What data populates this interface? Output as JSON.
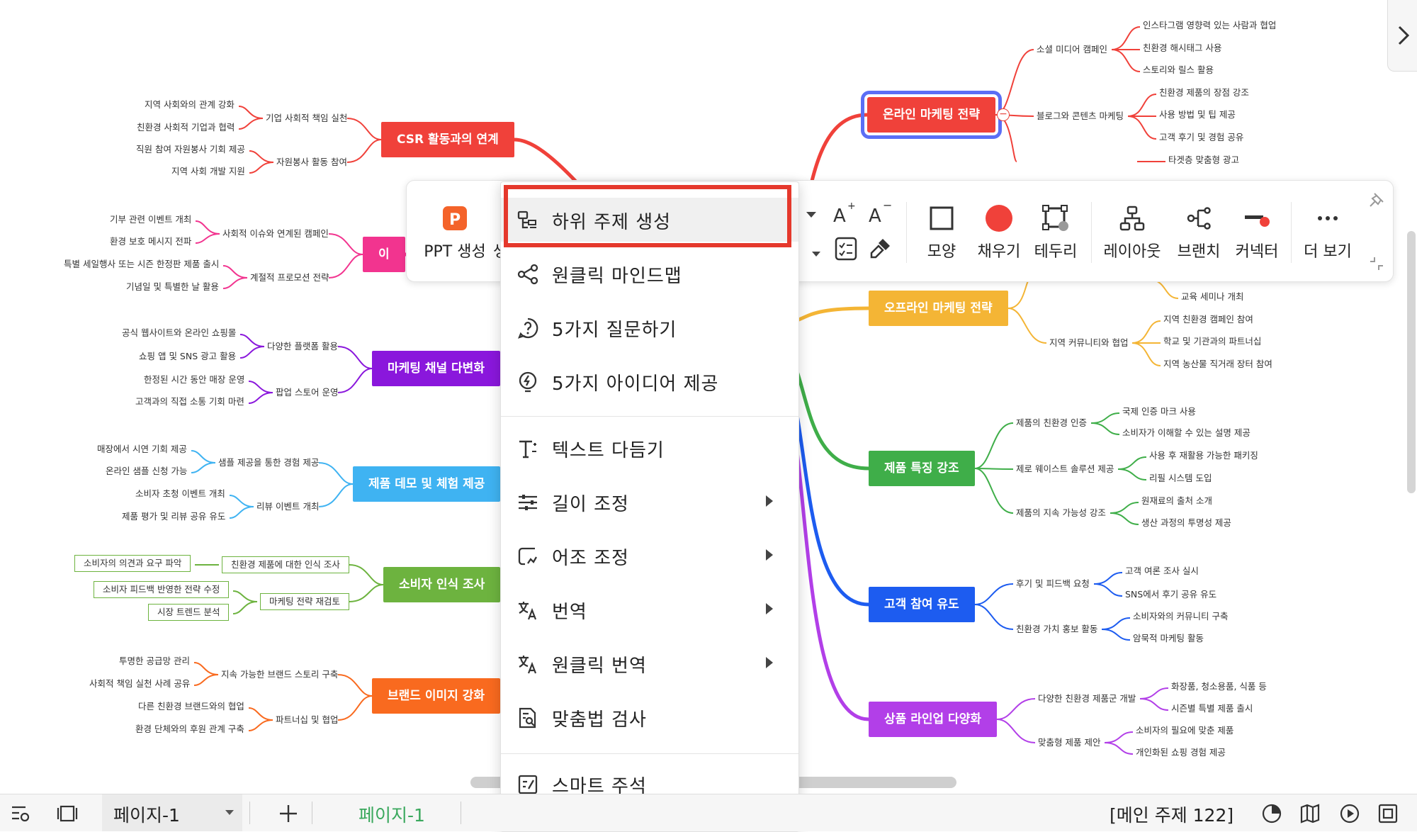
{
  "mindmap": {
    "left_branches": [
      {
        "title": "CSR 활동과의 연계",
        "color": "#f0413a",
        "subs": [
          {
            "label": "기업 사회적 책임 실천",
            "leaves": [
              "지역 사회와의 관계 강화",
              "친환경 사회적 기업과 협력"
            ]
          },
          {
            "label": "자원봉사 활동 참여",
            "leaves": [
              "직원 참여 자원봉사 기회 제공",
              "지역 사회 개발 지원"
            ]
          }
        ]
      },
      {
        "title": "이",
        "color": "#f2348f",
        "subs": [
          {
            "label": "사회적 이슈와 연계된 캠페인",
            "leaves": [
              "기부 관련 이벤트 개최",
              "환경 보호 메시지 전파"
            ]
          },
          {
            "label": "계절적 프로모션 전략",
            "leaves": [
              "특별 세일행사 또는 시즌 한정판 제품 출시",
              "기념일 및 특별한 날 활용"
            ]
          }
        ]
      },
      {
        "title": "마케팅 채널 다변화",
        "color": "#8a17dc",
        "subs": [
          {
            "label": "다양한 플랫폼 활용",
            "leaves": [
              "공식 웹사이트와 온라인 쇼핑몰",
              "쇼핑 앱 및 SNS 광고 활용"
            ]
          },
          {
            "label": "팝업 스토어 운영",
            "leaves": [
              "한정된 시간 동안 매장 운영",
              "고객과의 직접 소통 기회 마련"
            ]
          }
        ]
      },
      {
        "title": "제품 데모 및 체험 제공",
        "color": "#3fb3f2",
        "subs": [
          {
            "label": "샘플 제공을 통한 경험 제공",
            "leaves": [
              "매장에서 시연 기회 제공",
              "온라인 샘플 신청 가능"
            ]
          },
          {
            "label": "리뷰 이벤트 개최",
            "leaves": [
              "소비자 초청 이벤트 개최",
              "제품 평가 및 리뷰 공유 유도"
            ]
          }
        ]
      },
      {
        "title": "소비자 인식 조사",
        "color": "#6db33f",
        "subs": [
          {
            "label": "친환경 제품에 대한 인식 조사",
            "leaves": [
              "소비자의 의견과 요구 파악"
            ]
          },
          {
            "label": "마케팅 전략 재검토",
            "leaves": [
              "소비자 피드백 반영한 전략 수정",
              "시장 트렌드 분석"
            ]
          }
        ]
      },
      {
        "title": "브랜드 이미지 강화",
        "color": "#f96a1f",
        "subs": [
          {
            "label": "지속 가능한 브랜드 스토리 구축",
            "leaves": [
              "투명한 공급망 관리",
              "사회적 책임 실천 사례 공유"
            ]
          },
          {
            "label": "파트너십 및 협업",
            "leaves": [
              "다른 친환경 브랜드와의 협업",
              "환경 단체와의 후원 관계 구축"
            ]
          }
        ]
      }
    ],
    "right_branches": [
      {
        "title": "온라인 마케팅 전략",
        "color": "#f0413a",
        "subs": [
          {
            "label": "소셜 미디어 캠페인",
            "leaves": [
              "인스타그램 영향력 있는 사람과 협업",
              "친환경 해시태그 사용",
              "스토리와 릴스 활용"
            ]
          },
          {
            "label": "블로그와 콘텐츠 마케팅",
            "leaves": [
              "친환경 제품의 장점 강조",
              "사용 방법 및 팁 제공",
              "고객 후기 및 경험 공유"
            ]
          },
          {
            "label": "",
            "leaves": [
              "타겟층 맞춤형 광고"
            ]
          }
        ]
      },
      {
        "title": "오프라인 마케팅 전략",
        "color": "#f4b535",
        "subs": [
          {
            "label": "",
            "leaves": [
              "교육 세미나 개최"
            ]
          },
          {
            "label": "지역 커뮤니티와 협업",
            "leaves": [
              "지역 친환경 캠페인 참여",
              "학교 및 기관과의 파트너십",
              "지역 농산물 직거래 장터 참여"
            ]
          }
        ]
      },
      {
        "title": "제품 특징 강조",
        "color": "#3fae49",
        "subs": [
          {
            "label": "제품의 친환경 인증",
            "leaves": [
              "국제 인증 마크 사용",
              "소비자가 이해할 수 있는 설명 제공"
            ]
          },
          {
            "label": "제로 웨이스트 솔루션 제공",
            "leaves": [
              "사용 후 재활용 가능한 패키징",
              "리필 시스템 도입"
            ]
          },
          {
            "label": "제품의 지속 가능성 강조",
            "leaves": [
              "원재료의 출처 소개",
              "생산 과정의 투명성 제공"
            ]
          }
        ]
      },
      {
        "title": "고객 참여 유도",
        "color": "#1d5cf0",
        "subs": [
          {
            "label": "후기 및 피드백 요청",
            "leaves": [
              "고객 여론 조사 실시",
              "SNS에서 후기 공유 유도"
            ]
          },
          {
            "label": "친환경 가치 홍보 활동",
            "leaves": [
              "소비자와의 커뮤니티 구축",
              "암묵적 마케팅 활동"
            ]
          }
        ]
      },
      {
        "title": "상품 라인업 다양화",
        "color": "#b23fe8",
        "subs": [
          {
            "label": "다양한 친환경 제품군 개발",
            "leaves": [
              "화장품, 청소용품, 식품 등",
              "시즌별 특별 제품 출시"
            ]
          },
          {
            "label": "맞춤형 제품 제안",
            "leaves": [
              "소비자의 필요에 맞춘 제품",
              "개인화된 쇼핑 경험 제공"
            ]
          }
        ]
      }
    ]
  },
  "toolbar": {
    "ppt_label": "PPT 생성",
    "partial_label": "생",
    "shape_label": "모양",
    "fill_label": "채우기",
    "border_label": "테두리",
    "layout_label": "레이아웃",
    "branch_label": "브랜치",
    "connector_label": "커넥터",
    "more_label": "더 보기",
    "accent_color": "#f0413a"
  },
  "context_menu": {
    "items": [
      {
        "label": "하위 주제 생성",
        "icon": "subtopic-icon",
        "submenu": false
      },
      {
        "label": "원클릭 마인드맵",
        "icon": "mindmap-icon",
        "submenu": false
      },
      {
        "label": "5가지 질문하기",
        "icon": "question-icon",
        "submenu": false
      },
      {
        "label": "5가지 아이디어 제공",
        "icon": "idea-icon",
        "submenu": false
      },
      {
        "label": "텍스트 다듬기",
        "icon": "text-polish-icon",
        "submenu": false
      },
      {
        "label": "길이 조정",
        "icon": "length-icon",
        "submenu": true
      },
      {
        "label": "어조 조정",
        "icon": "tone-icon",
        "submenu": true
      },
      {
        "label": "번역",
        "icon": "translate-icon",
        "submenu": true
      },
      {
        "label": "원클릭 번역",
        "icon": "translate-icon",
        "submenu": true
      },
      {
        "label": "맞춤법 검사",
        "icon": "spellcheck-icon",
        "submenu": false
      },
      {
        "label": "스마트 주석",
        "icon": "smart-note-icon",
        "submenu": false
      }
    ]
  },
  "bottom_bar": {
    "page_tab": "페이지-1",
    "active_page": "페이지-1",
    "status": "[메인 주제 122]"
  }
}
